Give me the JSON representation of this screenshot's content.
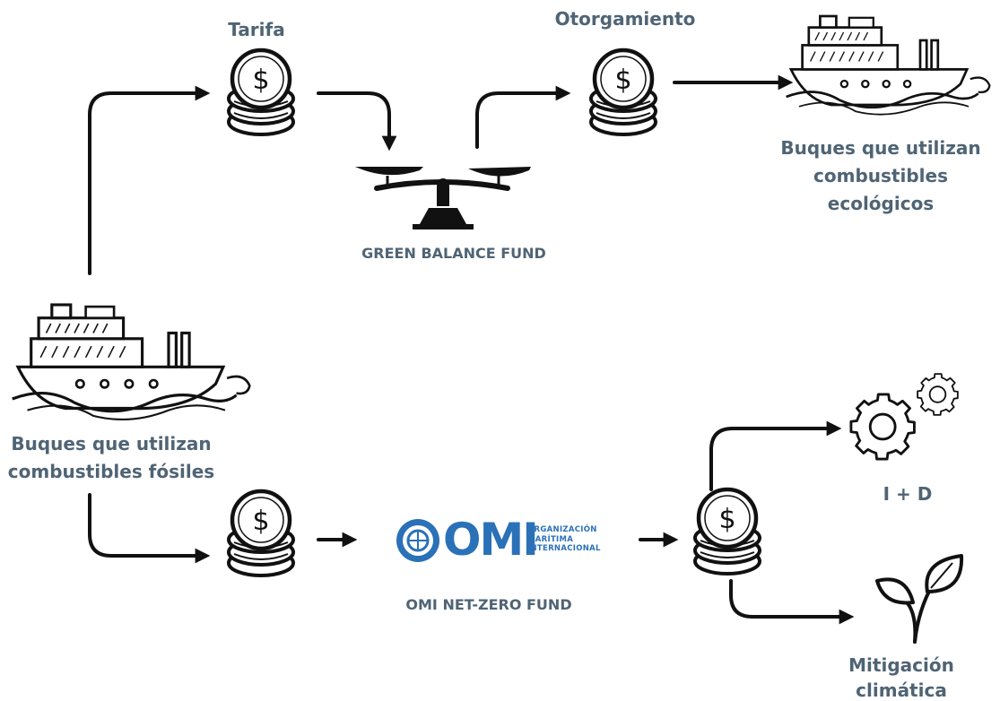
{
  "labels": {
    "tarifa": "Tarifa",
    "otorgamiento": "Otorgamiento",
    "green_fund": "GREEN BALANCE FUND",
    "eco_ships": [
      "Buques que utilizan",
      "combustibles",
      "ecológicos"
    ],
    "fossil_ships": [
      "Buques que utilizan",
      "combustibles fósiles"
    ],
    "omi_fund": "OMI NET-ZERO FUND",
    "rd": "I + D",
    "mitigation": [
      "Mitigación",
      "climática"
    ]
  },
  "omi_logo": {
    "letters": "OMI",
    "lines": [
      "ORGANIZACIÓN",
      "MARÍTIMA",
      "INTERNACIONAL"
    ]
  },
  "icons": {
    "coin_symbol": "$"
  },
  "colors": {
    "label": "#4f6474",
    "ink": "#111111",
    "omi_blue": "#2a71b8"
  }
}
